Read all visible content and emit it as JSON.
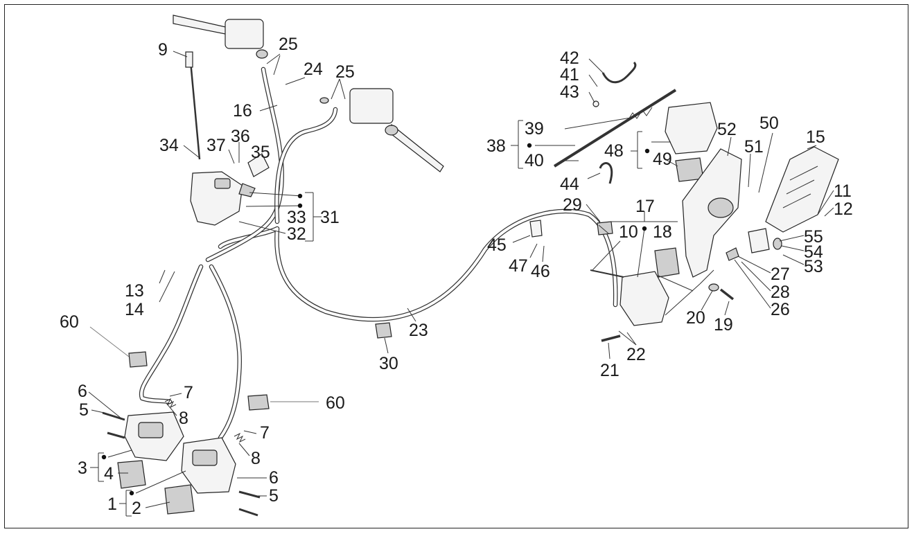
{
  "diagram": {
    "labels": {
      "l1": "1",
      "l2": "2",
      "l3": "3",
      "l4": "4",
      "l5a": "5",
      "l5b": "5",
      "l6a": "6",
      "l6b": "6",
      "l7a": "7",
      "l7b": "7",
      "l8a": "8",
      "l8b": "8",
      "l9": "9",
      "l10": "10",
      "l11": "11",
      "l12": "12",
      "l13": "13",
      "l14": "14",
      "l15": "15",
      "l16": "16",
      "l17": "17",
      "l18": "18",
      "l19": "19",
      "l20": "20",
      "l21": "21",
      "l22": "22",
      "l23": "23",
      "l24": "24",
      "l25a": "25",
      "l25b": "25",
      "l26": "26",
      "l27": "27",
      "l28": "28",
      "l29": "29",
      "l30": "30",
      "l31": "31",
      "l32": "32",
      "l33": "33",
      "l34": "34",
      "l35": "35",
      "l36": "36",
      "l37": "37",
      "l38": "38",
      "l39": "39",
      "l40": "40",
      "l41": "41",
      "l42": "42",
      "l43": "43",
      "l44": "44",
      "l45": "45",
      "l46": "46",
      "l47": "47",
      "l48": "48",
      "l49": "49",
      "l50": "50",
      "l51": "51",
      "l52": "52",
      "l53": "53",
      "l54": "54",
      "l55": "55",
      "l60a": "60",
      "l60b": "60"
    }
  }
}
